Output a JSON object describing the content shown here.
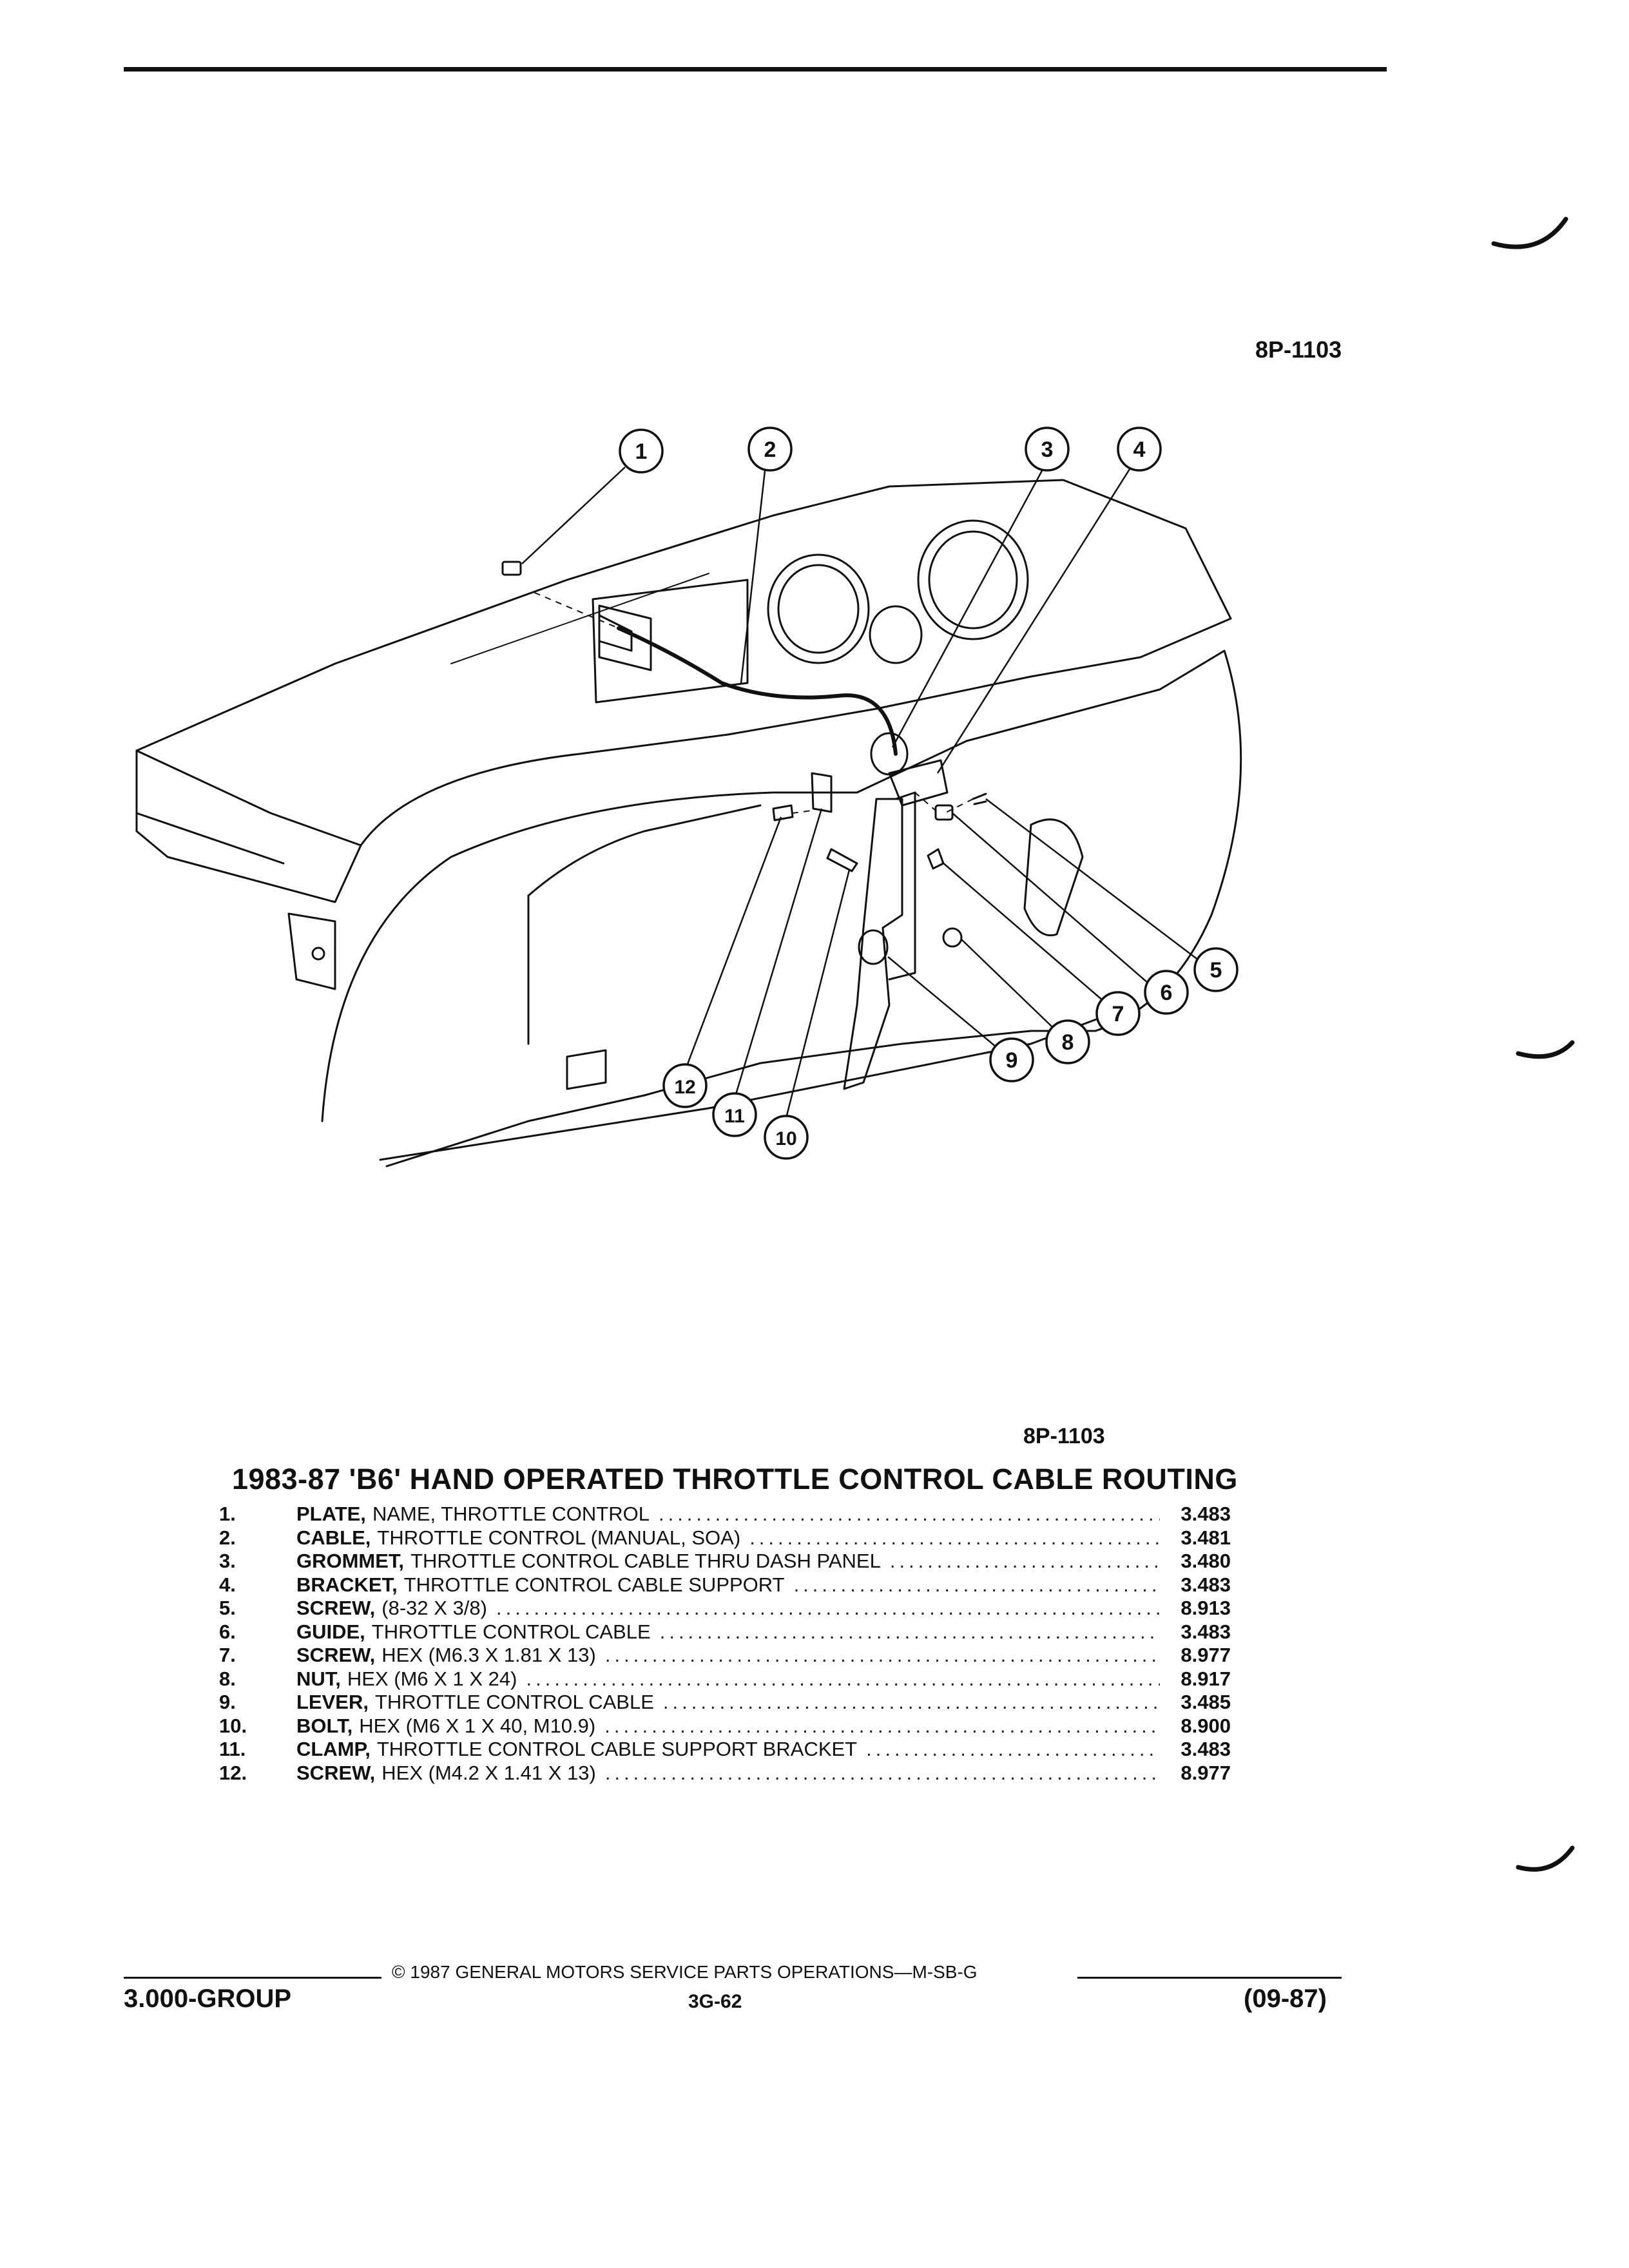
{
  "header": {
    "figure_code": "8P-1103"
  },
  "illustration": {
    "callouts": [
      "1",
      "2",
      "3",
      "4",
      "5",
      "6",
      "7",
      "8",
      "9",
      "10",
      "11",
      "12"
    ]
  },
  "caption": {
    "figure_code": "8P-1103",
    "title": "1983-87 'B6' HAND OPERATED THROTTLE CONTROL CABLE ROUTING"
  },
  "parts": [
    {
      "num": "1.",
      "name": "PLATE,",
      "detail": "NAME, THROTTLE CONTROL",
      "code": "3.483"
    },
    {
      "num": "2.",
      "name": "CABLE,",
      "detail": "THROTTLE CONTROL (MANUAL, SOA)",
      "code": "3.481"
    },
    {
      "num": "3.",
      "name": "GROMMET,",
      "detail": "THROTTLE CONTROL CABLE THRU DASH PANEL",
      "code": "3.480"
    },
    {
      "num": "4.",
      "name": "BRACKET,",
      "detail": "THROTTLE CONTROL CABLE SUPPORT",
      "code": "3.483"
    },
    {
      "num": "5.",
      "name": "SCREW,",
      "detail": "(8-32 X 3/8)",
      "code": "8.913"
    },
    {
      "num": "6.",
      "name": "GUIDE,",
      "detail": "THROTTLE CONTROL CABLE",
      "code": "3.483"
    },
    {
      "num": "7.",
      "name": "SCREW,",
      "detail": "HEX (M6.3 X 1.81 X 13)",
      "code": "8.977"
    },
    {
      "num": "8.",
      "name": "NUT,",
      "detail": "HEX (M6 X 1 X 24)",
      "code": "8.917"
    },
    {
      "num": "9.",
      "name": "LEVER,",
      "detail": "THROTTLE CONTROL CABLE",
      "code": "3.485"
    },
    {
      "num": "10.",
      "name": "BOLT,",
      "detail": "HEX (M6 X 1 X 40, M10.9)",
      "code": "8.900"
    },
    {
      "num": "11.",
      "name": "CLAMP,",
      "detail": "THROTTLE CONTROL CABLE SUPPORT BRACKET",
      "code": "3.483"
    },
    {
      "num": "12.",
      "name": "SCREW,",
      "detail": "HEX (M4.2 X 1.41 X 13)",
      "code": "8.977"
    }
  ],
  "footer": {
    "copyright": "© 1987 GENERAL MOTORS SERVICE PARTS OPERATIONS—M-SB-G",
    "group": "3.000-GROUP",
    "page": "3G-62",
    "date": "(09-87)"
  }
}
